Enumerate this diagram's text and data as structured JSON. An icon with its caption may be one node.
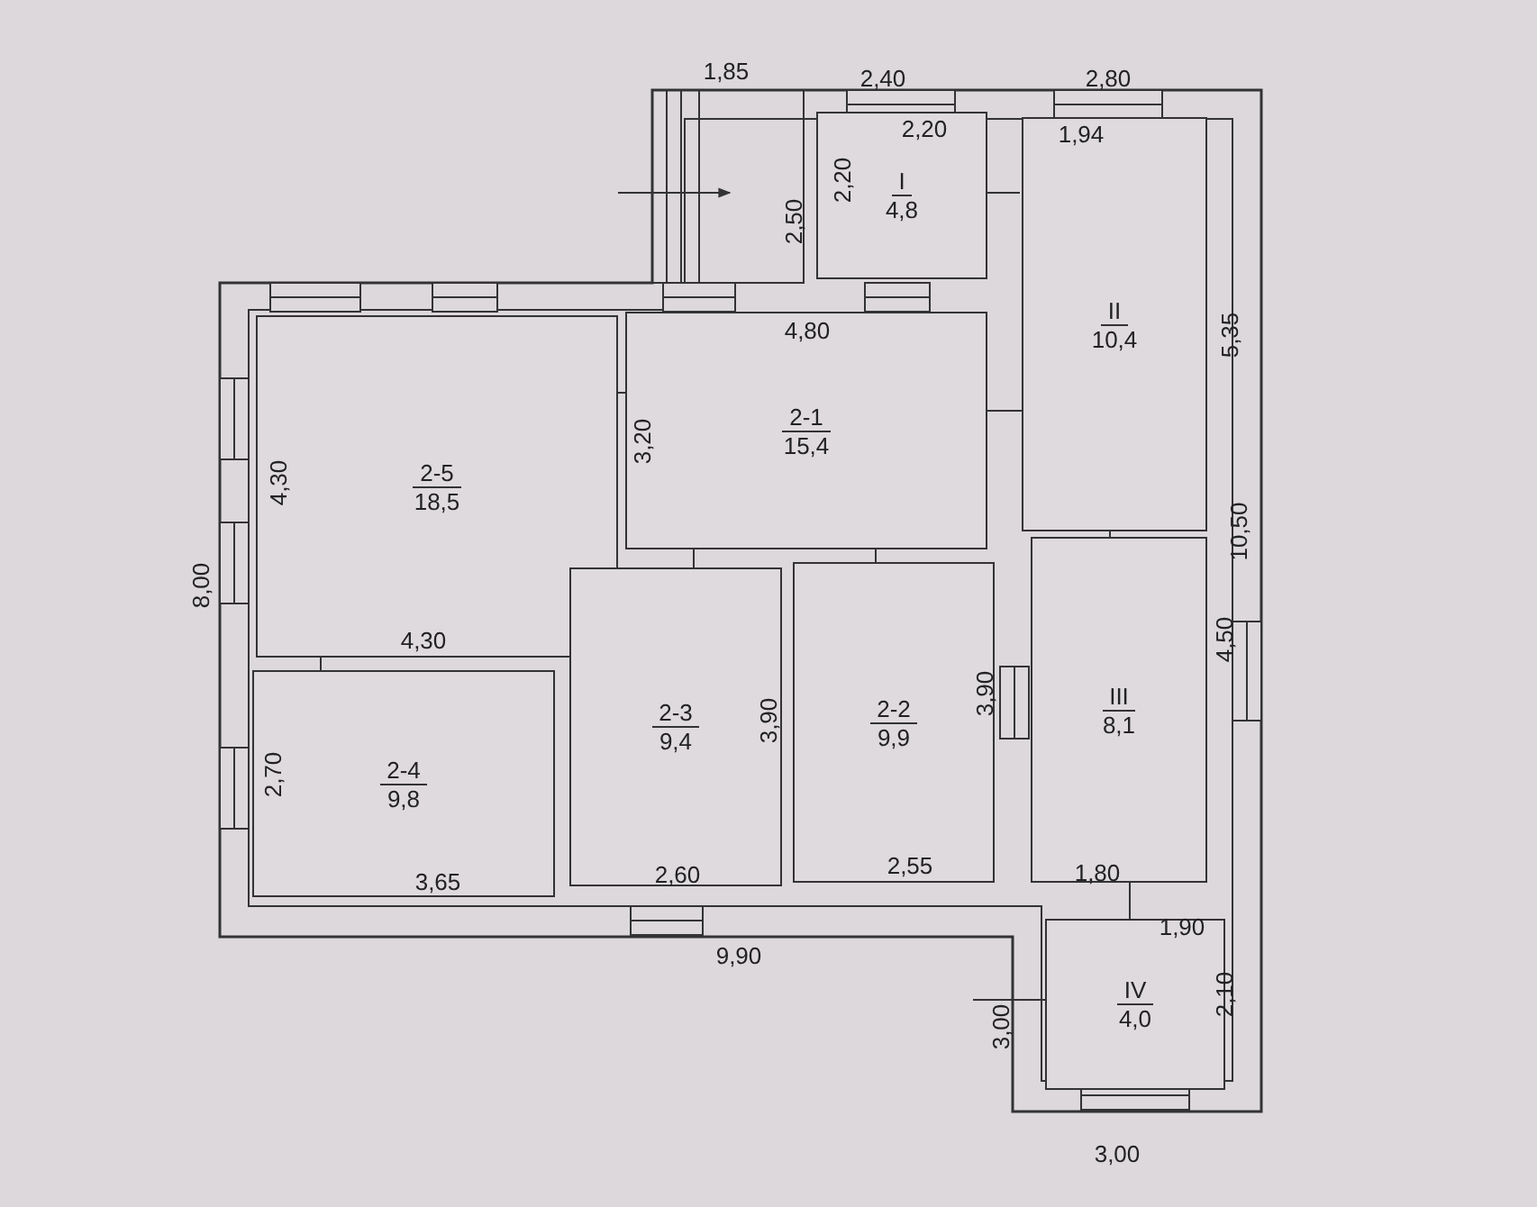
{
  "diagram": {
    "nodes": [
      {
        "text": [
          "I",
          "4,8"
        ]
      },
      {
        "text": [
          "II",
          "10,4"
        ]
      },
      {
        "text": [
          "2-5",
          "18,5"
        ]
      },
      {
        "text": [
          "2-1",
          "15,4"
        ]
      },
      {
        "text": [
          "2-4",
          "9,8"
        ]
      },
      {
        "text": [
          "2-3",
          "9,4"
        ]
      },
      {
        "text": [
          "2-2",
          "9,9"
        ]
      },
      {
        "text": [
          "III",
          "8,1"
        ]
      },
      {
        "text": [
          "IV",
          "4,0"
        ]
      }
    ],
    "labels": [
      "1,85",
      "2,40",
      "2,80",
      "2,20",
      "1,94",
      "2,20",
      "2,50",
      "5,35",
      "4,80",
      "3,20",
      "4,30",
      "10,50",
      "8,00",
      "4,30",
      "4,50",
      "3,90",
      "3,90",
      "2,70",
      "3,65",
      "2,60",
      "2,55",
      "1,80",
      "1,90",
      "9,90",
      "3,00",
      "2,10",
      "3,00"
    ]
  }
}
